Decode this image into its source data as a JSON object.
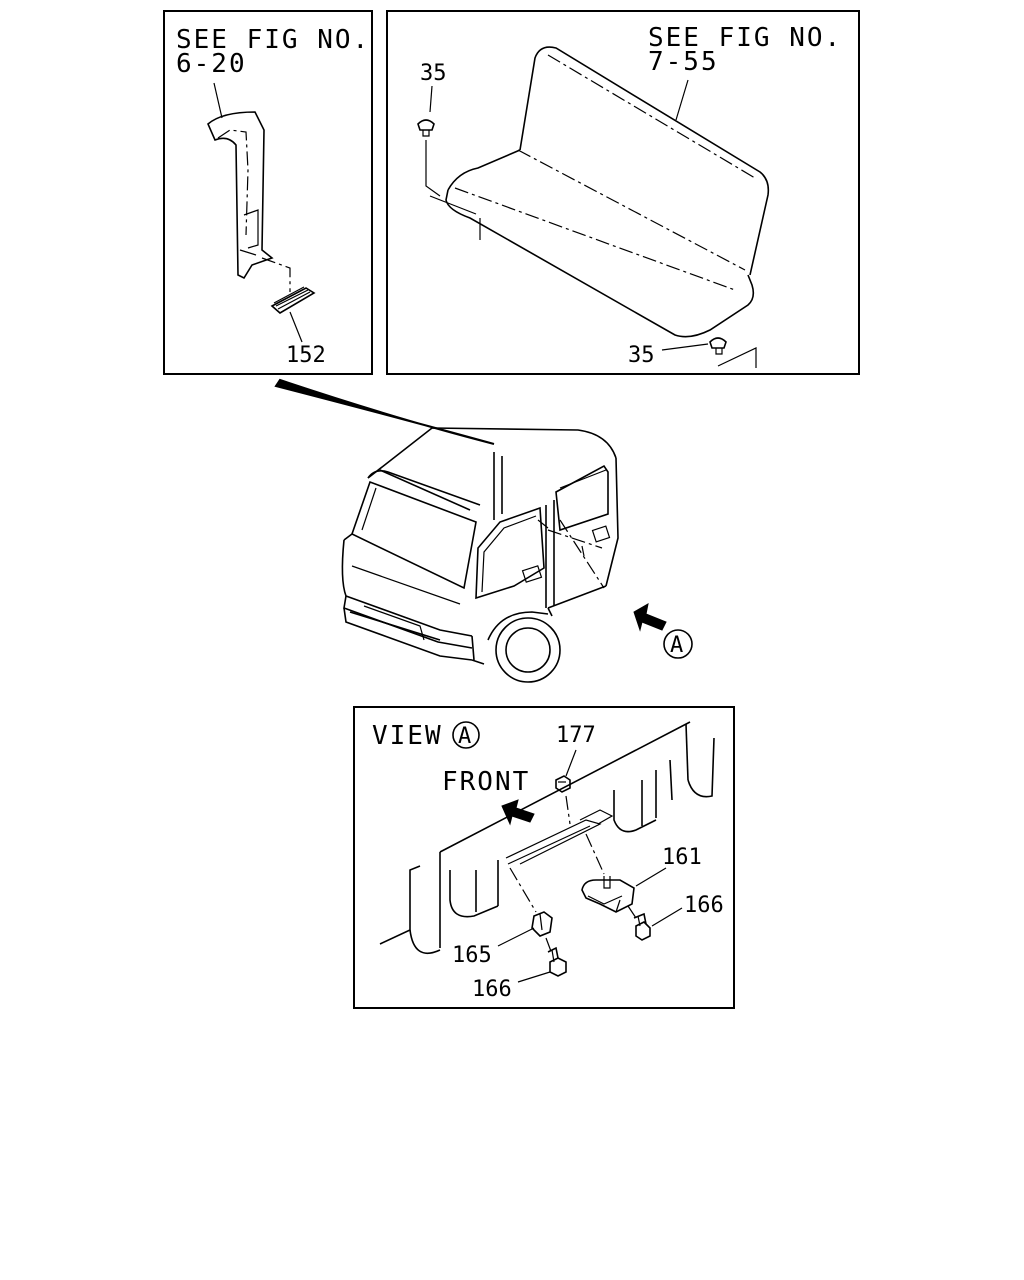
{
  "diagram": {
    "panel_left": {
      "ref_line1": "SEE FIG NO.",
      "ref_line2": "6-20",
      "part_152": "152"
    },
    "panel_right": {
      "ref_line1": "SEE FIG NO.",
      "ref_line2": "7-55",
      "part_35_top": "35",
      "part_35_bottom": "35"
    },
    "vehicle": {
      "view_marker": "A"
    },
    "view_panel": {
      "view_label": "VIEW",
      "view_marker": "A",
      "front_label": "FRONT",
      "part_177": "177",
      "part_161": "161",
      "part_166_right": "166",
      "part_165": "165",
      "part_166_bottom": "166"
    }
  }
}
